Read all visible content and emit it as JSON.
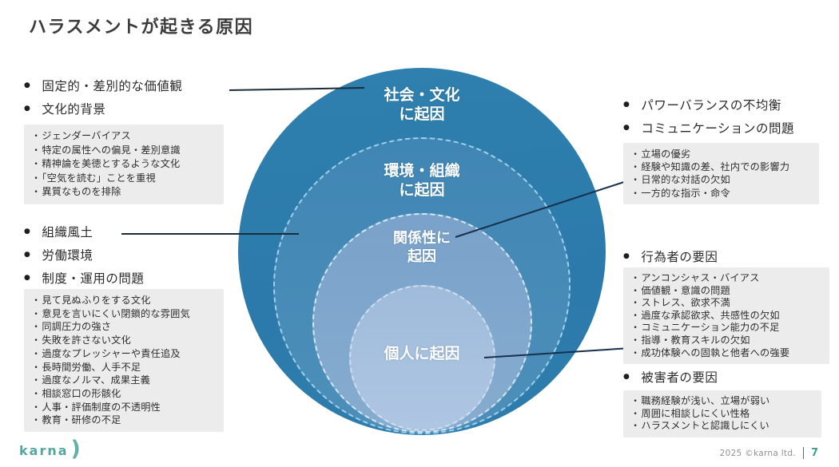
{
  "slide": {
    "title": "ハラスメントが起きる原因",
    "page_number": "7",
    "copyright": "2025 ©karna ltd.",
    "logo_text": "karna",
    "logo_mark": ")"
  },
  "rings": {
    "outer": {
      "label": "社会・文化\nに起因",
      "color": "#2b7cac"
    },
    "second": {
      "label": "環境・組織\nに起因",
      "color": "#4789b6"
    },
    "third": {
      "label": "関係性に\n起因",
      "color": "#80a7cd"
    },
    "inner": {
      "label": "個人に起因",
      "color": "#a8c1df"
    }
  },
  "left": {
    "group1": {
      "bullets": [
        "固定的・差別的な価値観",
        "文化的背景"
      ],
      "details": [
        "ジェンダーバイアス",
        "特定の属性への偏見・差別意識",
        "精神論を美徳とするような文化",
        "「空気を読む」ことを重視",
        "異質なものを排除"
      ]
    },
    "group2": {
      "bullets": [
        "組織風土",
        "労働環境",
        "制度・運用の問題"
      ],
      "details": [
        "見て見ぬふりをする文化",
        "意見を言いにくい閉鎖的な雰囲気",
        "同調圧力の強さ",
        "失敗を許さない文化",
        "過度なプレッシャーや責任追及",
        "長時間労働、人手不足",
        "過度なノルマ、成果主義",
        "相談窓口の形骸化",
        "人事・評価制度の不透明性",
        "教育・研修の不足"
      ]
    }
  },
  "right": {
    "group1": {
      "bullets": [
        "パワーバランスの不均衡",
        "コミュニケーションの問題"
      ],
      "details": [
        "立場の優劣",
        "経験や知識の差、社内での影響力",
        "日常的な対話の欠如",
        "一方的な指示・命令"
      ]
    },
    "group2": {
      "heading": "行為者の要因",
      "details": [
        "アンコンシャス・バイアス",
        "価値観・意識の問題",
        "ストレス、欲求不満",
        "過度な承認欲求、共感性の欠如",
        "コミュニケーション能力の不足",
        "指導・教育スキルの欠如",
        "成功体験への固執と他者への強要"
      ]
    },
    "group3": {
      "heading": "被害者の要因",
      "details": [
        "職務経験が浅い、立場が弱い",
        "周囲に相談しにくい性格",
        "ハラスメントと認識しにくい"
      ]
    }
  }
}
